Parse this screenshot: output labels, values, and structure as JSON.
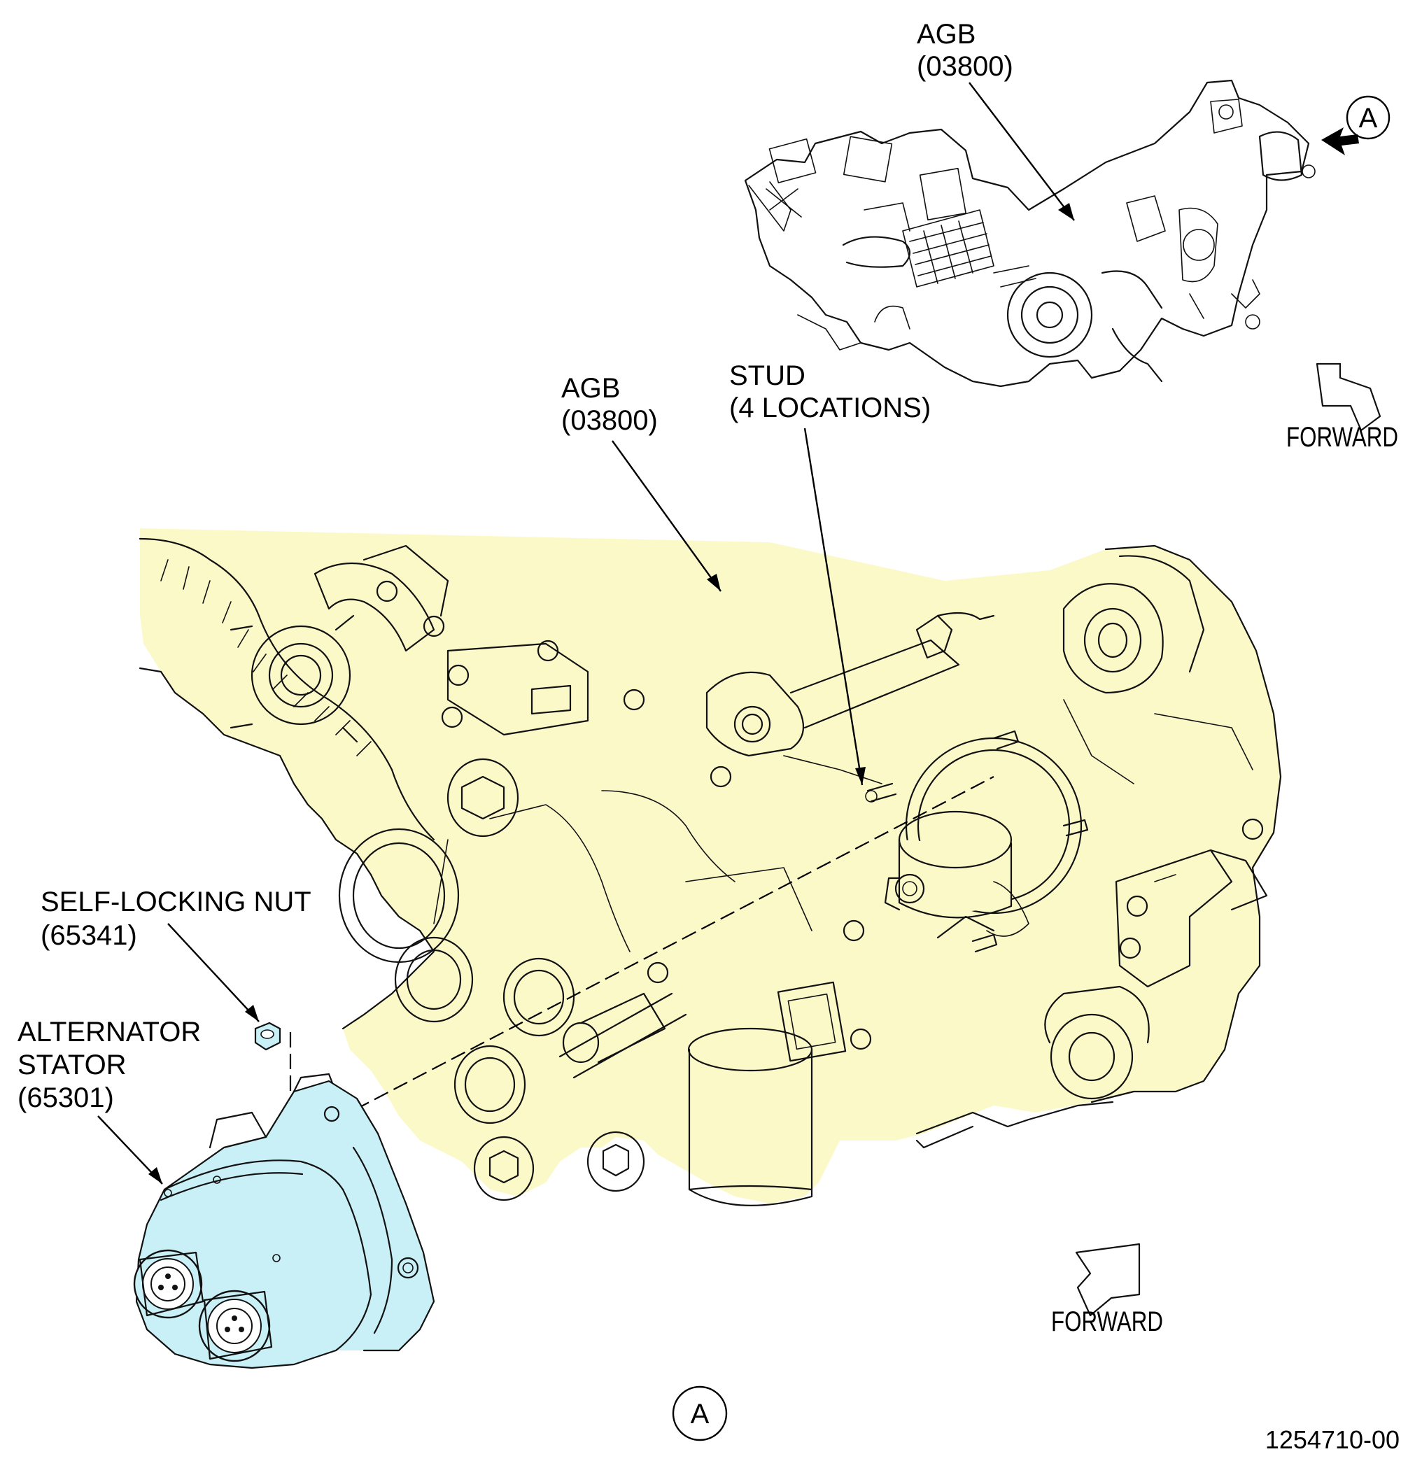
{
  "colors": {
    "agb_highlight": "#fcf9c9",
    "stator_highlight": "#c9f0f6",
    "line": "#111111"
  },
  "labels": {
    "locator_agb_line1": "AGB",
    "locator_agb_line2": "(03800)",
    "locator_view": "A",
    "forward_top": "FORWARD",
    "agb_line1": "AGB",
    "agb_line2": "(03800)",
    "stud_line1": "STUD",
    "stud_line2": "(4 LOCATIONS)",
    "nut_line1": "SELF-LOCKING NUT",
    "nut_line2": "(65341)",
    "stator_line1": "ALTERNATOR",
    "stator_line2": "STATOR",
    "stator_line3": "(65301)",
    "forward_bottom": "FORWARD",
    "view_label": "A",
    "figure_number": "1254710-00"
  },
  "icons": [
    "forward-arrow-icon",
    "view-arrow-icon"
  ]
}
